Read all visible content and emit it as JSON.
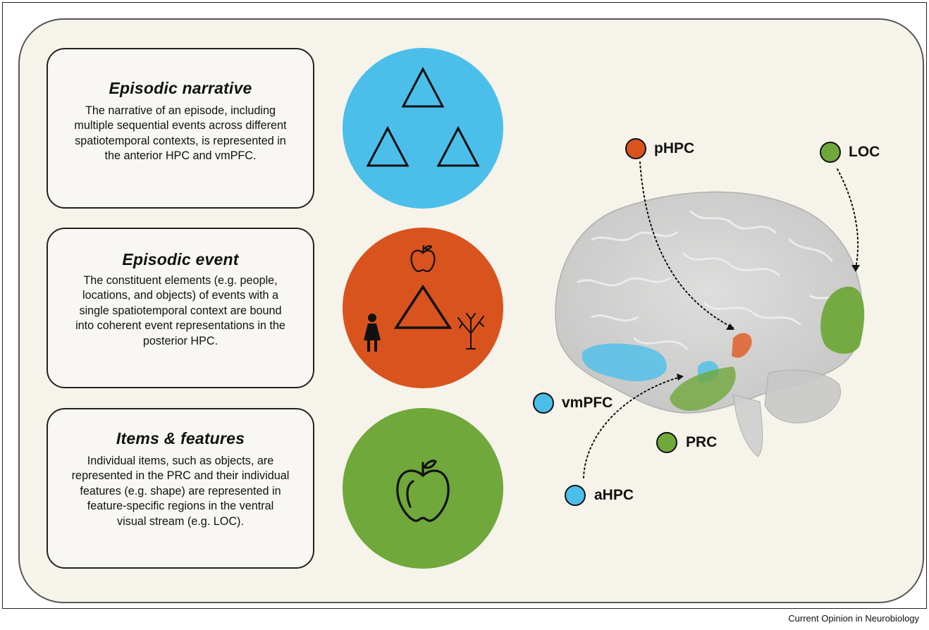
{
  "cards": [
    {
      "title": "Episodic narrative",
      "text": [
        "The narrative of an episode, including",
        "multiple sequential events across different",
        "spatiotemporal contexts, is represented in",
        "the anterior HPC and vmPFC."
      ]
    },
    {
      "title": "Episodic event",
      "text": [
        "The constituent elements (e.g. people,",
        "locations, and objects) of events with a",
        "single spatiotemporal context are bound",
        "into coherent event representations in the",
        "posterior HPC."
      ]
    },
    {
      "title": "Items & features",
      "text": [
        "Individual items, such as objects, are",
        "represented in the PRC and their individual",
        "features (e.g. shape) are represented in",
        "feature-specific regions in the ventral",
        "visual stream (e.g. LOC)."
      ]
    }
  ],
  "circles": [
    {
      "color": "#4bbfea",
      "icons": [
        "triangle-icon",
        "triangle-icon",
        "triangle-icon"
      ]
    },
    {
      "color": "#d9531e",
      "icons": [
        "apple-icon",
        "triangle-icon",
        "woman-icon",
        "tree-icon"
      ]
    },
    {
      "color": "#70a83b",
      "icons": [
        "apple-icon"
      ]
    }
  ],
  "regions": [
    {
      "label": "pHPC",
      "color": "#d9531e"
    },
    {
      "label": "LOC",
      "color": "#70a83b"
    },
    {
      "label": "vmPFC",
      "color": "#4bbfea"
    },
    {
      "label": "PRC",
      "color": "#70a83b"
    },
    {
      "label": "aHPC",
      "color": "#4bbfea"
    }
  ],
  "credit": "Current Opinion in Neurobiology"
}
